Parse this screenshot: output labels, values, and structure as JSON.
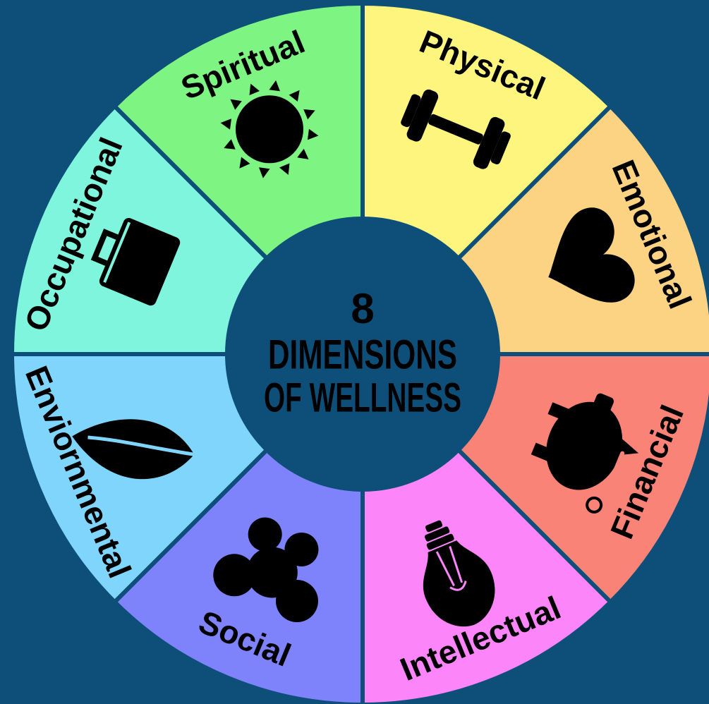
{
  "center": {
    "line1": "8",
    "line2": "DIMENSIONS",
    "line3": "OF WELLNESS",
    "fill": "#0d4f78"
  },
  "background": "#0d4f78",
  "segments": [
    {
      "label": "Physical",
      "color": "#fdf57e",
      "icon": "dumbbell-icon"
    },
    {
      "label": "Emotional",
      "color": "#fbd383",
      "icon": "heart-icon"
    },
    {
      "label": "Financial",
      "color": "#fa8377",
      "icon": "piggy-bank-icon"
    },
    {
      "label": "Intellectual",
      "color": "#fc85f9",
      "icon": "lightbulb-icon"
    },
    {
      "label": "Social",
      "color": "#7e83fb",
      "icon": "people-icon"
    },
    {
      "label": "Enviornmental",
      "color": "#7fd5fb",
      "icon": "leaf-icon"
    },
    {
      "label": "Occupational",
      "color": "#7ff5de",
      "icon": "briefcase-icon"
    },
    {
      "label": "Spiritual",
      "color": "#7ef482",
      "icon": "sun-icon"
    }
  ]
}
